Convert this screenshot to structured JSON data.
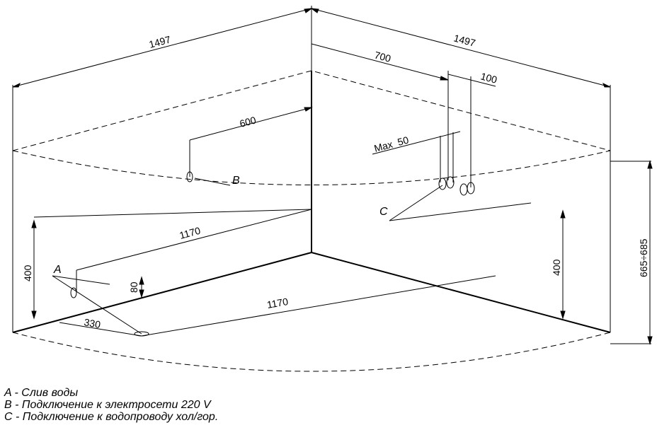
{
  "dimensions": {
    "wall_left_length": "1497",
    "wall_right_length": "1497",
    "socket_offset": "600",
    "connection_offset": "700",
    "connection_spacing": "100",
    "max_spacing": "Max  50",
    "left_height": "400",
    "right_height": "400",
    "drain_small_height": "80",
    "drain_distance_left": "1170",
    "drain_distance_right": "1170",
    "drain_offset": "330",
    "overall_height": "665÷685"
  },
  "labels": {
    "a": "A",
    "b": "B",
    "c": "C"
  },
  "legend": [
    "A - Слив воды",
    "B - Подключение к электросети 220 V",
    "C - Подключение к водопроводу хол/гор."
  ]
}
